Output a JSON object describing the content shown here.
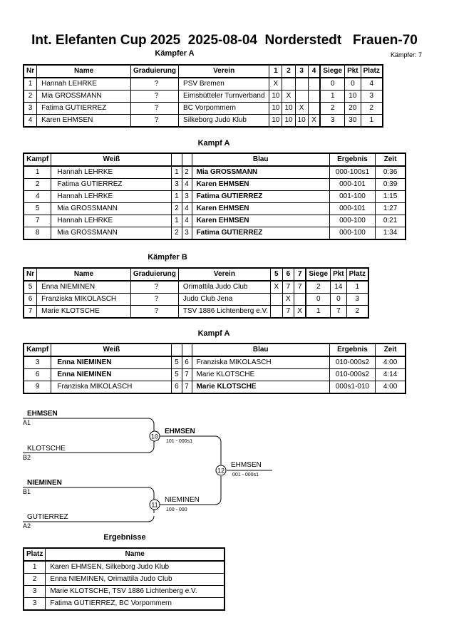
{
  "title": "Int. Elefanten Cup 2025  2025-08-04  Norderstedt   Frauen-70",
  "pool_a_title": "Kämpfer A",
  "fighter_count": "Kämpfer: 7",
  "pool_a_headers": [
    "Nr",
    "Name",
    "Graduierung",
    "Verein",
    "1",
    "2",
    "3",
    "4",
    "Siege",
    "Pkt",
    "Platz"
  ],
  "pool_a_rows": [
    [
      "1",
      "Hannah LEHRKE",
      "?",
      "PSV Bremen",
      "X",
      "",
      "",
      "",
      "0",
      "0",
      "4"
    ],
    [
      "2",
      "Mia GROSSMANN",
      "?",
      "Eimsbütteler Turnverband",
      "10",
      "X",
      "",
      "",
      "1",
      "10",
      "3"
    ],
    [
      "3",
      "Fatima GUTIERREZ",
      "?",
      "BC Vorpommern",
      "10",
      "10",
      "X",
      "",
      "2",
      "20",
      "2"
    ],
    [
      "4",
      "Karen EHMSEN",
      "?",
      "Silkeborg Judo Klub",
      "10",
      "10",
      "10",
      "X",
      "3",
      "30",
      "1"
    ]
  ],
  "fights_a_title": "Kampf A",
  "fights_headers": [
    "Kampf",
    "Weiß",
    "",
    "",
    "Blau",
    "Ergebnis",
    "Zeit"
  ],
  "fights_a_rows": [
    [
      "1",
      "Hannah LEHRKE",
      "1",
      "2",
      "Mia GROSSMANN",
      "000-100s1",
      "0:36"
    ],
    [
      "2",
      "Fatima GUTIERREZ",
      "3",
      "4",
      "Karen EHMSEN",
      "000-101",
      "0:39"
    ],
    [
      "4",
      "Hannah LEHRKE",
      "1",
      "3",
      "Fatima GUTIERREZ",
      "001-100",
      "1:15"
    ],
    [
      "5",
      "Mia GROSSMANN",
      "2",
      "4",
      "Karen EHMSEN",
      "000-101",
      "1:27"
    ],
    [
      "7",
      "Hannah LEHRKE",
      "1",
      "4",
      "Karen EHMSEN",
      "000-100",
      "0:21"
    ],
    [
      "8",
      "Mia GROSSMANN",
      "2",
      "3",
      "Fatima GUTIERREZ",
      "000-100",
      "1:34"
    ]
  ],
  "pool_b_title": "Kämpfer B",
  "pool_b_headers": [
    "Nr",
    "Name",
    "Graduierung",
    "Verein",
    "5",
    "6",
    "7",
    "Siege",
    "Pkt",
    "Platz"
  ],
  "pool_b_rows": [
    [
      "5",
      "Enna NIEMINEN",
      "?",
      "Orimattila Judo Club",
      "X",
      "7",
      "7",
      "2",
      "14",
      "1"
    ],
    [
      "6",
      "Franziska MIKOLASCH",
      "?",
      "Judo Club Jena",
      "",
      "X",
      "",
      "0",
      "0",
      "3"
    ],
    [
      "7",
      "Marie KLOTSCHE",
      "?",
      "TSV 1886 Lichtenberg e.V.",
      "",
      "7",
      "X",
      "1",
      "7",
      "2"
    ]
  ],
  "fights_b_title": "Kampf A",
  "fights_b_rows": [
    [
      "3",
      "Enna NIEMINEN",
      "5",
      "6",
      "Franziska MIKOLASCH",
      "010-000s2",
      "4:00"
    ],
    [
      "6",
      "Enna NIEMINEN",
      "5",
      "7",
      "Marie KLOTSCHE",
      "010-000s2",
      "4:14"
    ],
    [
      "9",
      "Franziska MIKOLASCH",
      "6",
      "7",
      "Marie KLOTSCHE",
      "000s1-010",
      "4:00"
    ]
  ],
  "bracket": {
    "sf1_top_name": "EHMSEN",
    "sf1_top_seed": "A1",
    "sf1_bottom_name": "KLOTSCHE",
    "sf1_bottom_seed": "B2",
    "sf2_top_name": "NIEMINEN",
    "sf2_top_seed": "B1",
    "sf2_bottom_name": "GUTIERREZ",
    "sf2_bottom_seed": "A2",
    "sf1_num": "10",
    "sf1_winner": "EHMSEN",
    "sf1_score": "101 - 000s1",
    "sf2_num": "11",
    "sf2_winner": "NIEMINEN",
    "sf2_score": "100 - 000",
    "final_num": "12",
    "final_winner": "EHMSEN",
    "final_score": "001 - 000s1"
  },
  "results_title": "Ergebnisse",
  "results_headers": [
    "Platz",
    "Name"
  ],
  "results_rows": [
    [
      "1",
      "Karen EHMSEN, Silkeborg Judo Klub"
    ],
    [
      "2",
      "Enna NIEMINEN, Orimattila Judo Club"
    ],
    [
      "3",
      "Marie KLOTSCHE, TSV 1886 Lichtenberg e.V."
    ],
    [
      "3",
      "Fatima GUTIERREZ, BC Vorpommern"
    ]
  ]
}
